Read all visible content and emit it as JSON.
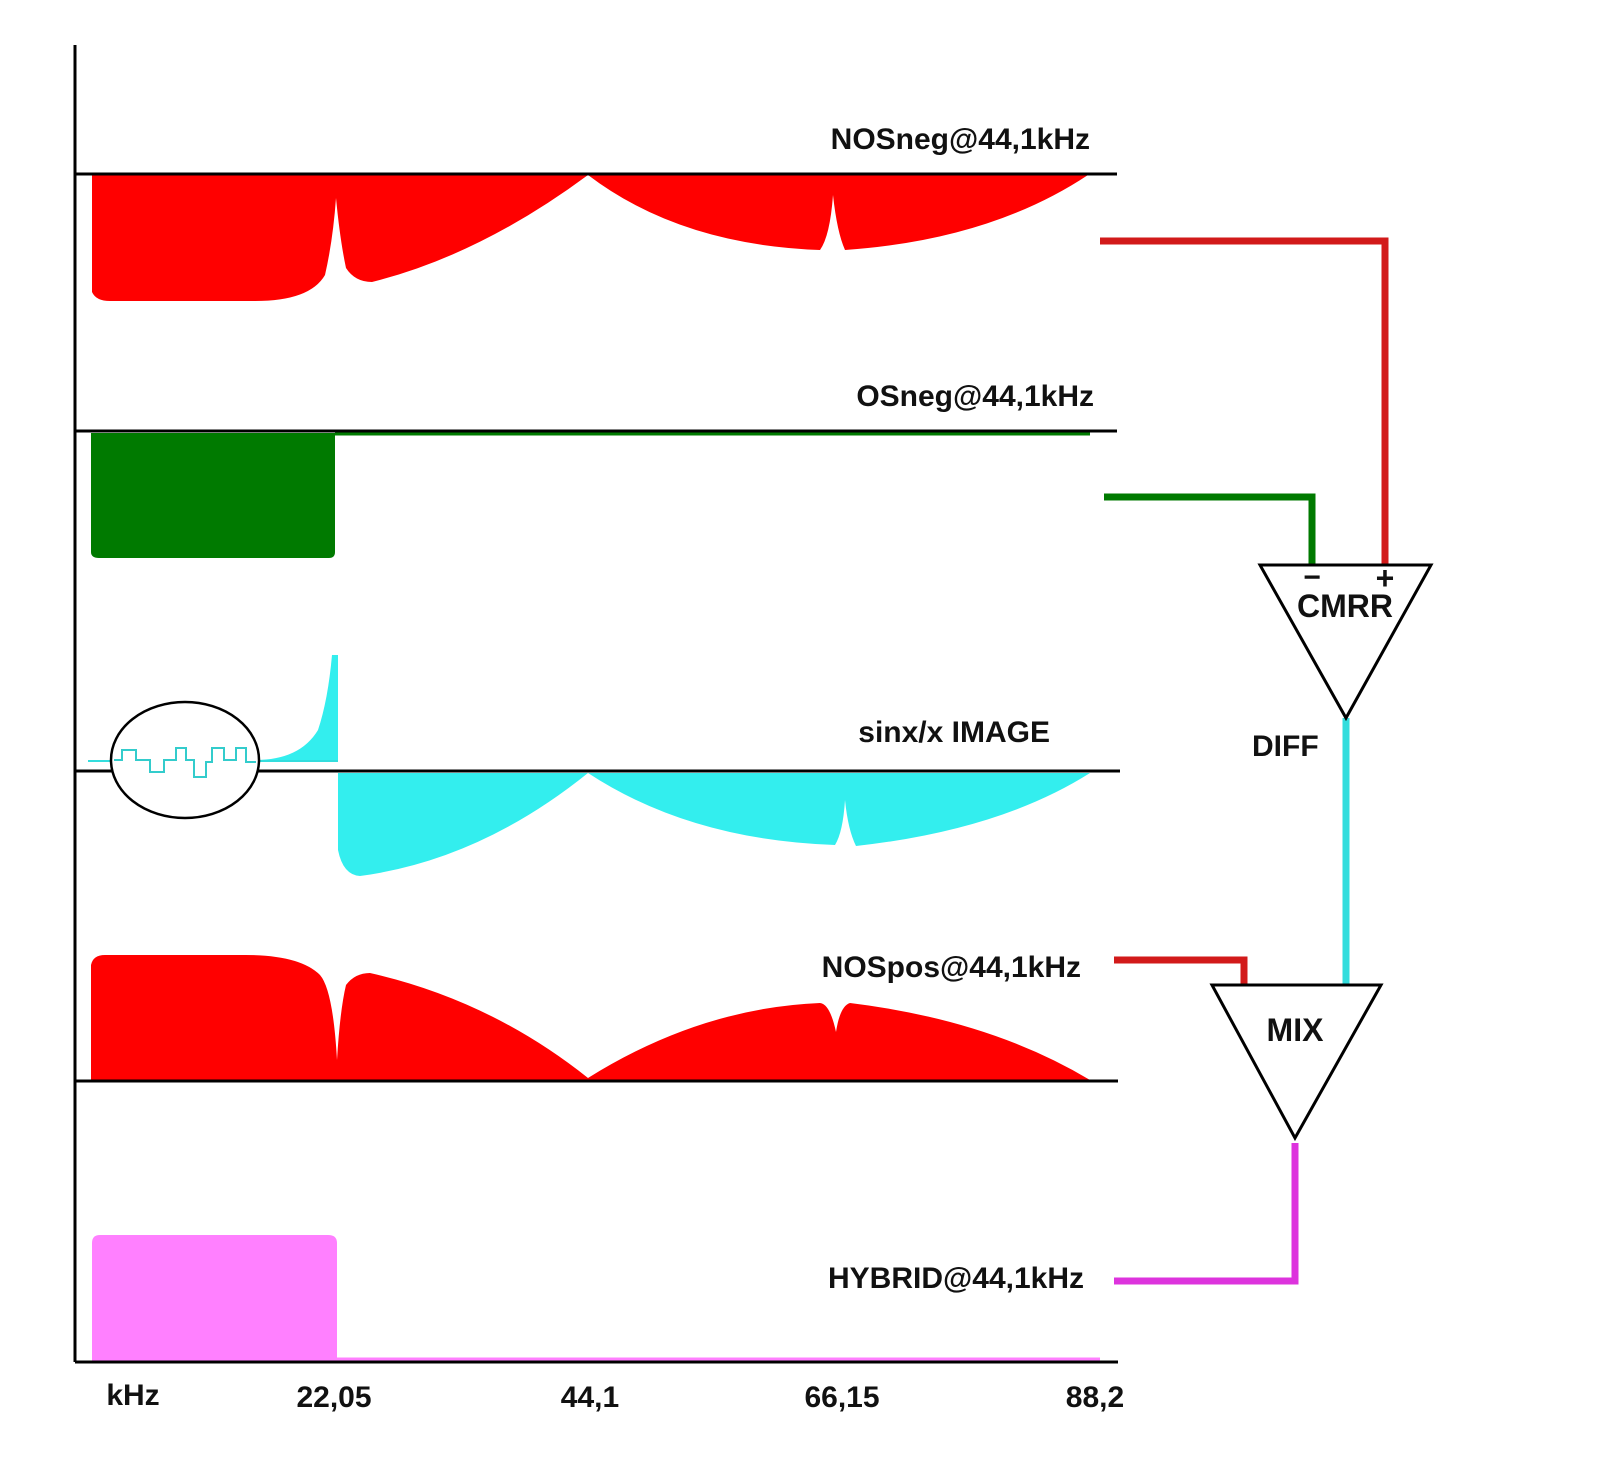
{
  "colors": {
    "red": "#ff0000",
    "red_wire": "#d21a1a",
    "green": "#007a00",
    "cyan": "#33eeee",
    "magenta": "#ff80ff",
    "magenta_wire": "#dd33dd",
    "black": "#000000"
  },
  "traces": {
    "nos_neg": {
      "label": "NOSneg@44,1kHz"
    },
    "os_neg": {
      "label": "OSneg@44,1kHz"
    },
    "sinx_image": {
      "label": "sinx/x IMAGE"
    },
    "nos_pos": {
      "label": "NOSpos@44,1kHz"
    },
    "hybrid": {
      "label": "HYBRID@44,1kHz"
    }
  },
  "amplifiers": {
    "cmrr": {
      "label": "CMRR",
      "minus": "−",
      "plus": "+"
    },
    "mix": {
      "label": "MIX"
    }
  },
  "diff_label": "DIFF",
  "x_axis": {
    "unit": "kHz",
    "ticks": [
      "22,05",
      "44,1",
      "66,15",
      "88,2"
    ]
  }
}
